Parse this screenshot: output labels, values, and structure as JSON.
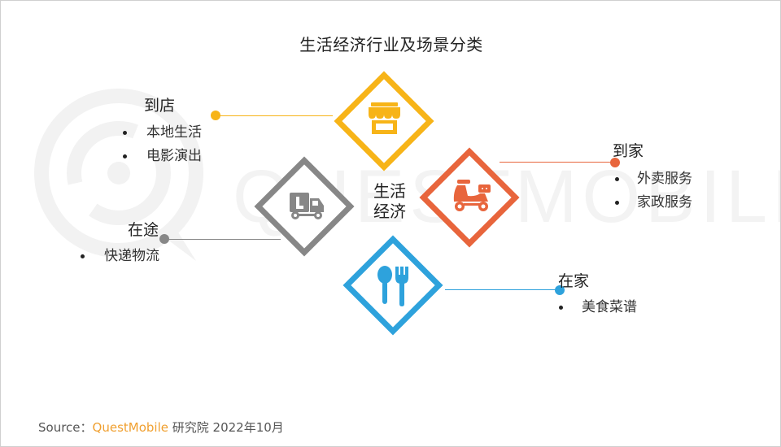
{
  "title": "生活经济行业及场景分类",
  "center": {
    "line1": "生活",
    "line2": "经济"
  },
  "watermark": {
    "text": "QUESTMOBILE"
  },
  "colors": {
    "yellow": "#F7B418",
    "gray": "#878787",
    "orange": "#E8653C",
    "blue": "#2EA2DC"
  },
  "categories": [
    {
      "key": "store",
      "title": "到店",
      "icon": "storefront-icon",
      "color": "#F7B418",
      "items": [
        "本地生活",
        "电影演出"
      ]
    },
    {
      "key": "home",
      "title": "到家",
      "icon": "scooter-delivery-icon",
      "color": "#E8653C",
      "items": [
        "外卖服务",
        "家政服务"
      ]
    },
    {
      "key": "transit",
      "title": "在途",
      "icon": "delivery-truck-icon",
      "color": "#878787",
      "items": [
        "快递物流"
      ]
    },
    {
      "key": "athome",
      "title": "在家",
      "icon": "spoon-fork-icon",
      "color": "#2EA2DC",
      "items": [
        "美食菜谱"
      ]
    }
  ],
  "source": {
    "prefix": "Source：",
    "brand": "QuestMobile",
    "suffix": " 研究院 2022年10月"
  }
}
